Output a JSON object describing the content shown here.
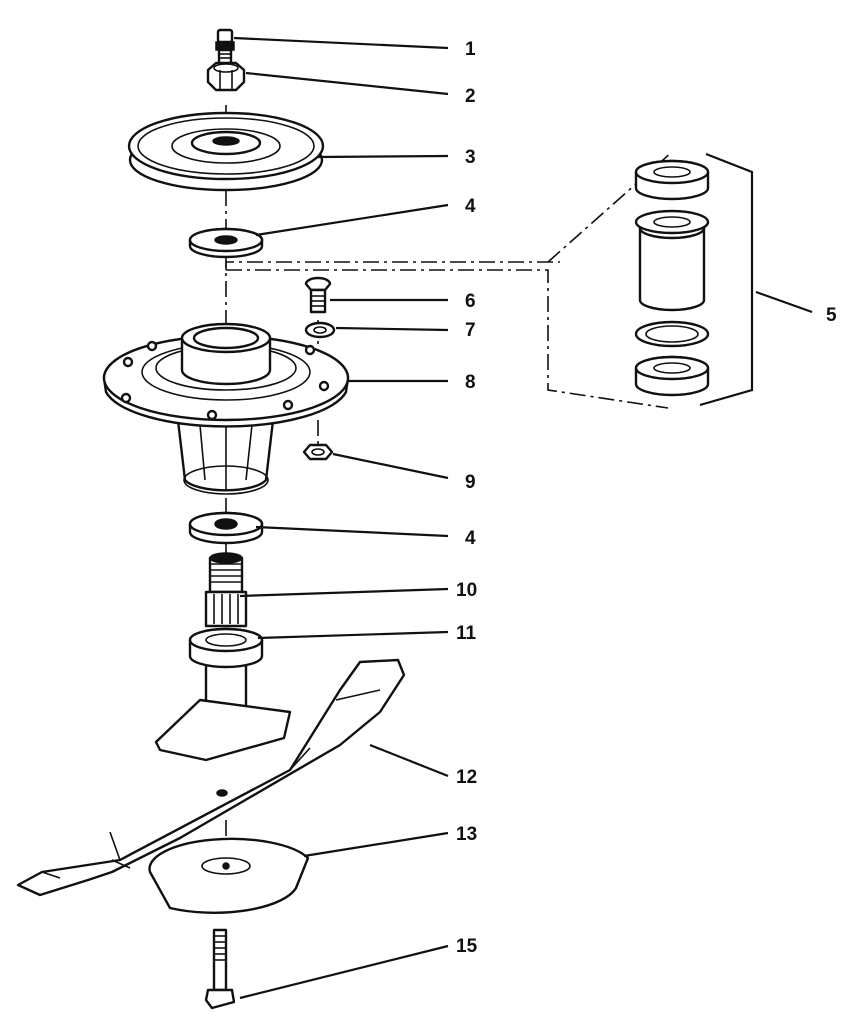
{
  "callouts": [
    {
      "number": "1"
    },
    {
      "number": "2"
    },
    {
      "number": "3"
    },
    {
      "number": "4"
    },
    {
      "number": "5"
    },
    {
      "number": "6"
    },
    {
      "number": "7"
    },
    {
      "number": "8"
    },
    {
      "number": "9"
    },
    {
      "number": "4"
    },
    {
      "number": "10"
    },
    {
      "number": "11"
    },
    {
      "number": "12"
    },
    {
      "number": "13"
    },
    {
      "number": "15"
    }
  ]
}
